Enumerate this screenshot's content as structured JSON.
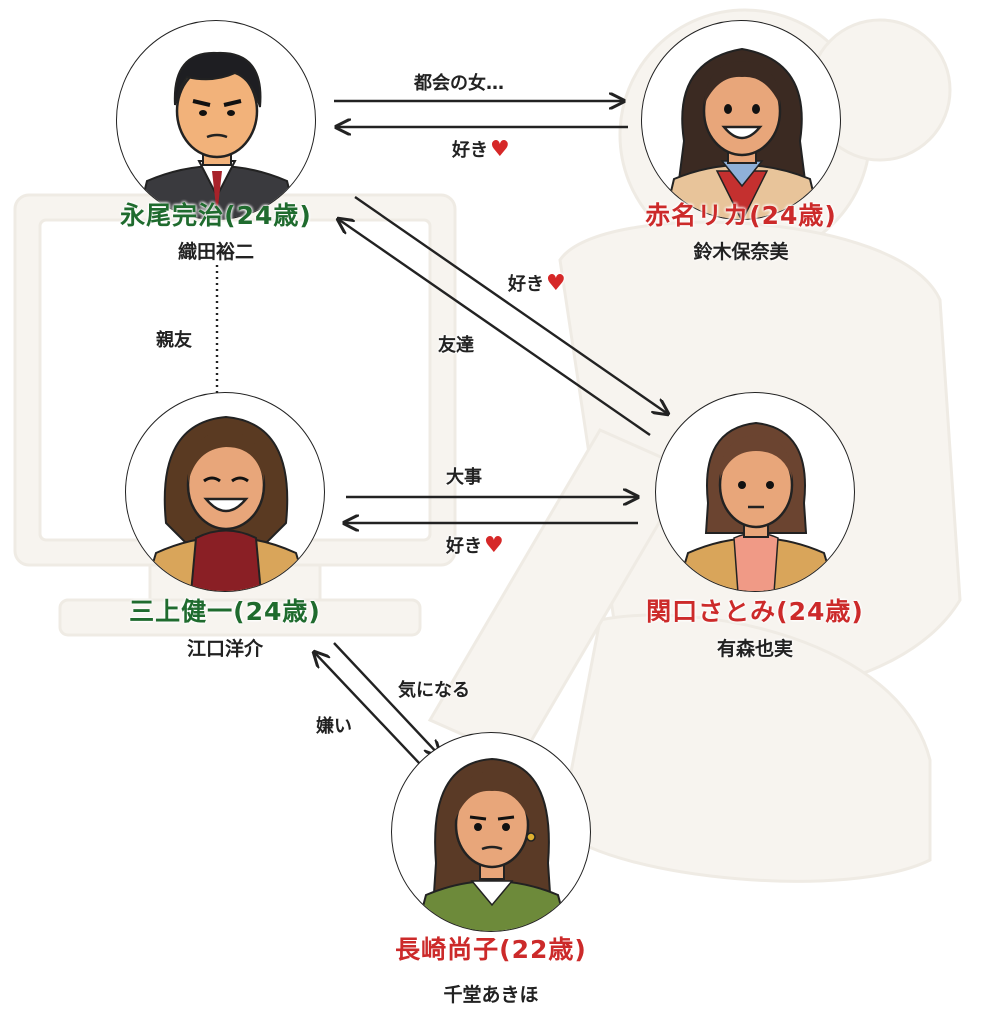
{
  "nodes": {
    "nagao": {
      "name": "永尾完治(24歳)",
      "actor": "織田裕二",
      "name_color": "#1f6b2e"
    },
    "akana": {
      "name": "赤名リカ(24歳)",
      "actor": "鈴木保奈美",
      "name_color": "#cc2a2a"
    },
    "mikami": {
      "name": "三上健一(24歳)",
      "actor": "江口洋介",
      "name_color": "#1f6b2e"
    },
    "sekiguchi": {
      "name": "関口さとみ(24歳)",
      "actor": "有森也実",
      "name_color": "#cc2a2a"
    },
    "nagasaki": {
      "name": "長崎尚子(22歳)",
      "actor": "千堂あきほ",
      "name_color": "#cc2a2a"
    }
  },
  "edges": {
    "nagao_to_akana": "都会の女…",
    "akana_to_nagao": "好き",
    "sekiguchi_to_nagao": "好き",
    "nagao_to_sekiguchi": "友達",
    "nagao_mikami": "親友",
    "mikami_to_sekiguchi": "大事",
    "sekiguchi_to_mikami": "好き",
    "mikami_to_nagasaki": "気になる",
    "nagasaki_to_mikami": "嫌い"
  },
  "icons": {
    "heart": "heart-icon",
    "arrowhead": "arrowhead-icon"
  },
  "colors": {
    "male_name": "#1f6b2e",
    "female_name": "#cc2a2a",
    "heart": "#d62828"
  }
}
